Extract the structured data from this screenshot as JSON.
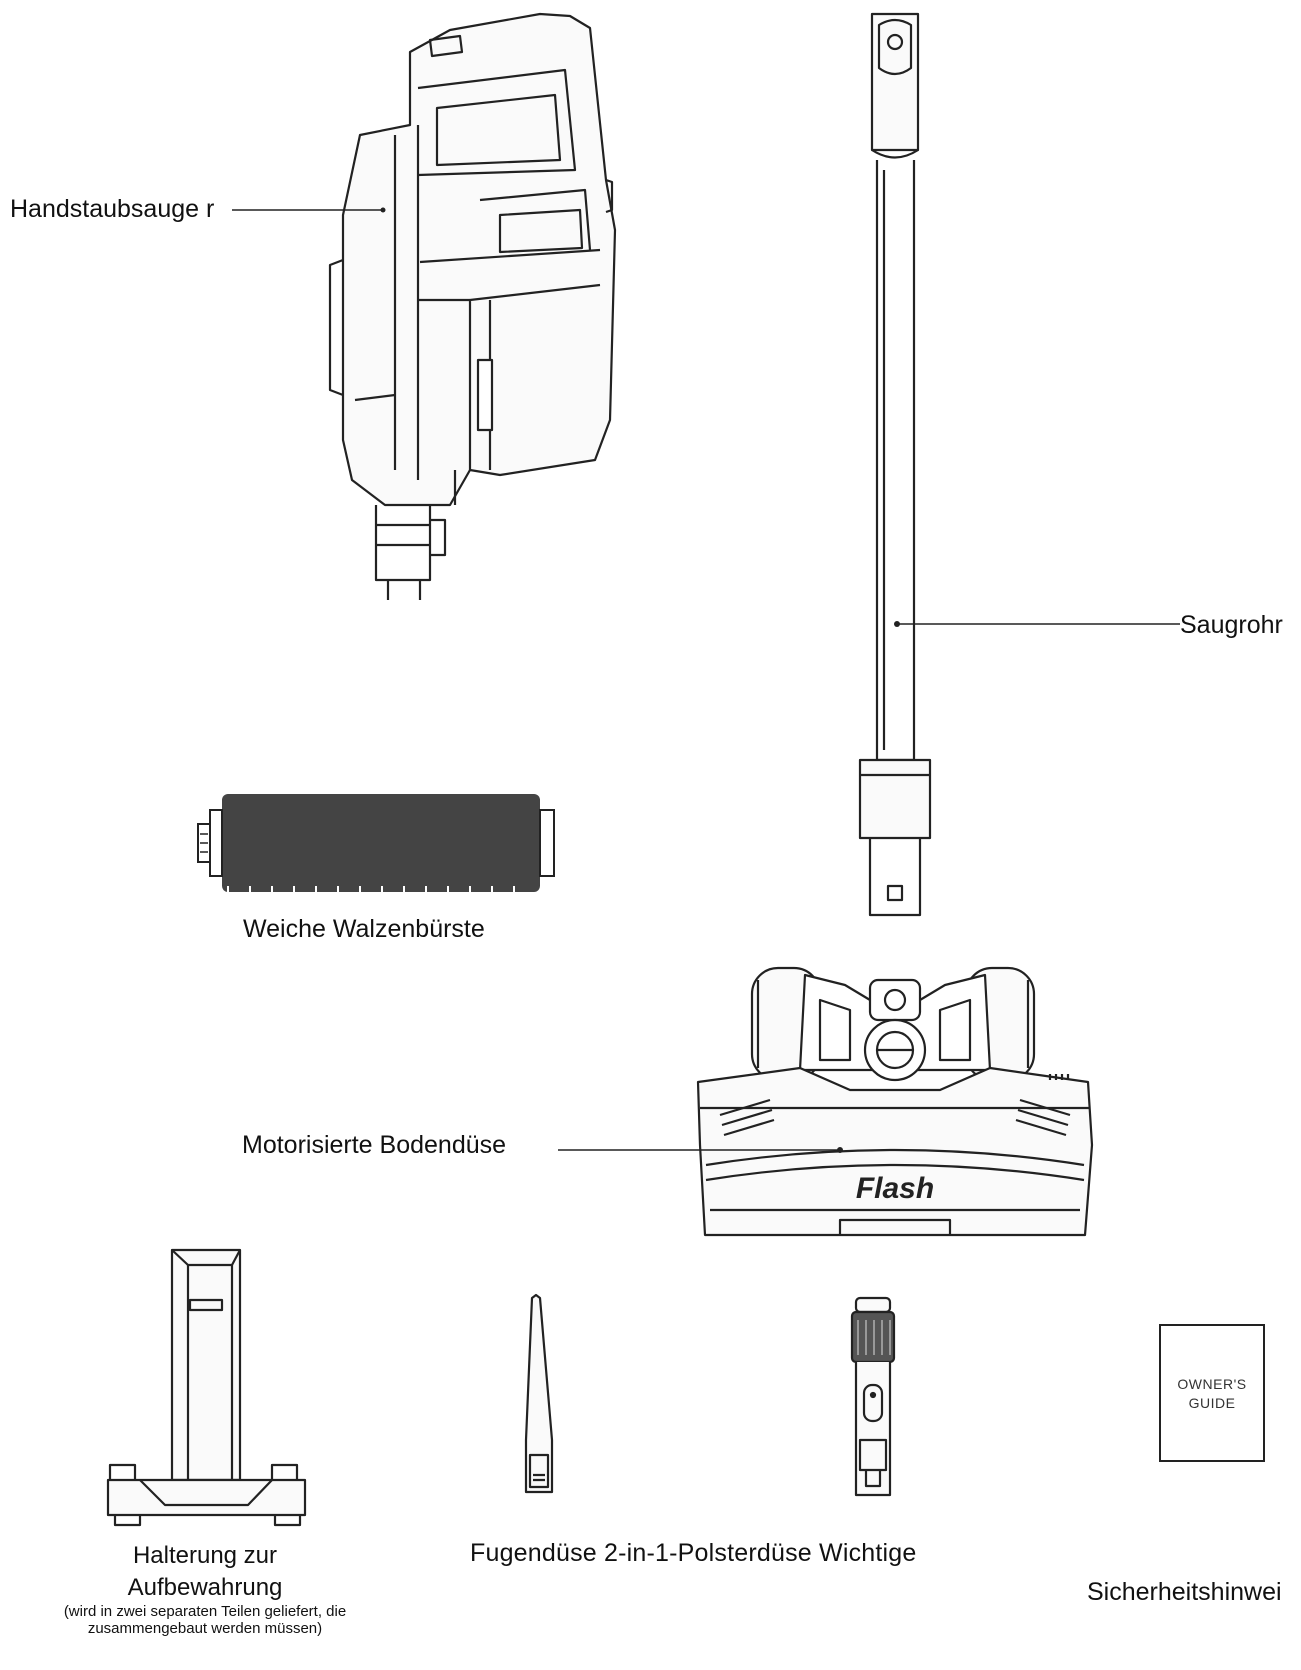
{
  "labels": {
    "handheld": "Handstaubsauge r",
    "wand": "Saugrohr",
    "roller_brush": "Weiche Walzenbürste",
    "floor_head": "Motorisierte Bodendüse",
    "holder_line1": "Halterung zur",
    "holder_line2": "Aufbewahrung",
    "holder_note": "(wird in zwei separaten Teilen geliefert, die zusammengebaut werden müssen)",
    "accessories": "Fugendüse  2-in-1-Polsterdüse  Wichtige",
    "safety": "Sicherheitshinwei"
  },
  "artwork": {
    "logo_text": "Flash",
    "guide_line1": "OWNER'S",
    "guide_line2": "GUIDE"
  },
  "colors": {
    "stroke": "#222222",
    "roller": "#444444",
    "fill_light": "#f7f7f7"
  }
}
